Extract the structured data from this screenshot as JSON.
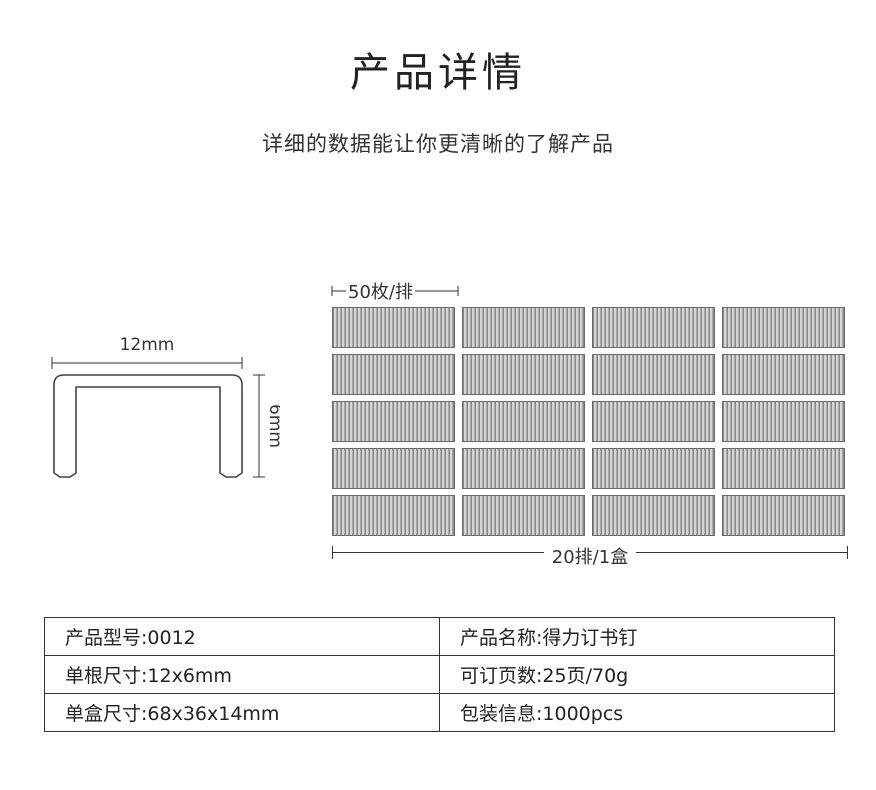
{
  "header": {
    "title": "产品详情",
    "subtitle": "详细的数据能让你更清晰的了解产品"
  },
  "staple_diagram": {
    "width_label": "12mm",
    "height_label": "6mm"
  },
  "strip_diagram": {
    "per_row_label": "50枚/排",
    "per_box_label": "20排/1盒",
    "columns": 4,
    "rows": 5
  },
  "spec_table": {
    "rows": [
      {
        "left": "产品型号:0012",
        "right": "产品名称:得力订书钉"
      },
      {
        "left": "单根尺寸:12x6mm",
        "right": "可订页数:25页/70g"
      },
      {
        "left": "单盒尺寸:68x36x14mm",
        "right": "包装信息:1000pcs"
      }
    ]
  },
  "colors": {
    "text": "#222222",
    "border": "#333333",
    "strip_fill": "#cfcfcf",
    "strip_line": "#8a8a8a"
  }
}
